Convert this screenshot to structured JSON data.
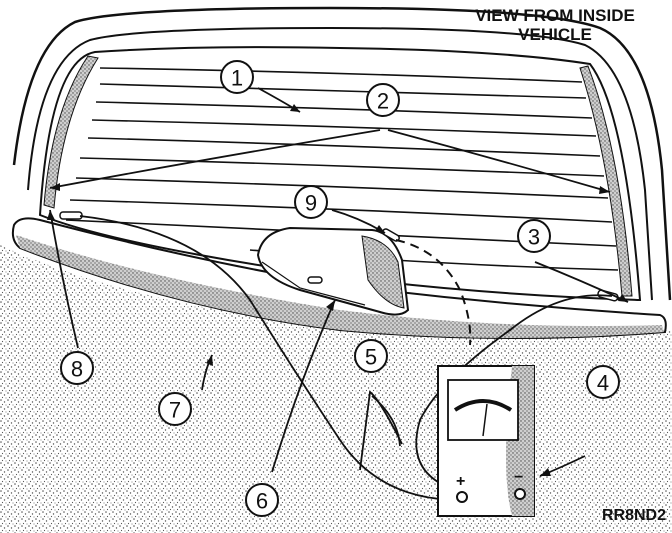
{
  "header": {
    "line1": "VIEW FROM INSIDE",
    "line2": "VEHICLE"
  },
  "figure_code": "RR8ND2",
  "callouts": [
    "1",
    "2",
    "3",
    "4",
    "5",
    "6",
    "7",
    "8",
    "9"
  ],
  "meter": {
    "plus_sign": "+",
    "minus_sign": "−"
  },
  "colors": {
    "ink": "#111111",
    "stipple": "#8a8a8a",
    "paper": "#ffffff"
  }
}
